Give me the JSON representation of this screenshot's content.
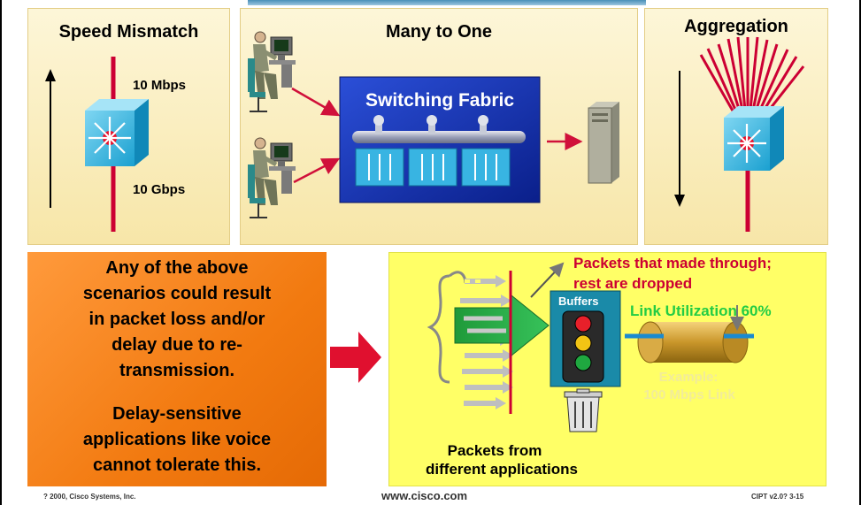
{
  "panels": {
    "speed": {
      "title": "Speed Mismatch",
      "top_label": "10 Mbps",
      "bottom_label": "10 Gbps"
    },
    "many": {
      "title": "Many to One",
      "fabric_label": "Switching Fabric"
    },
    "aggregation": {
      "title": "Aggregation"
    }
  },
  "callout": {
    "paragraph1": [
      "Any of the above",
      "scenarios could result",
      "in packet loss and/or",
      "delay due to re-",
      "transmission."
    ],
    "paragraph2": [
      "Delay-sensitive",
      "applications like voice",
      "cannot tolerate this."
    ]
  },
  "detail": {
    "packets_through": [
      "Packets that made through;",
      "rest are dropped"
    ],
    "buffers_label": "Buffers",
    "link_utilization": "Link Utilization 60%",
    "example": [
      "Example:",
      "100 Mbps Link"
    ],
    "packets_from": [
      "Packets from",
      "different applications"
    ]
  },
  "colors": {
    "accent_red": "#cc0033",
    "arrow_red": "#e0102f",
    "link_green": "#22cc44",
    "orange": "#f27a10",
    "yellow": "#ffff66"
  },
  "footer": {
    "copyright": "? 2000, Cisco Systems, Inc.",
    "url": "www.cisco.com",
    "code": "CIPT v2.0? 3-15"
  }
}
